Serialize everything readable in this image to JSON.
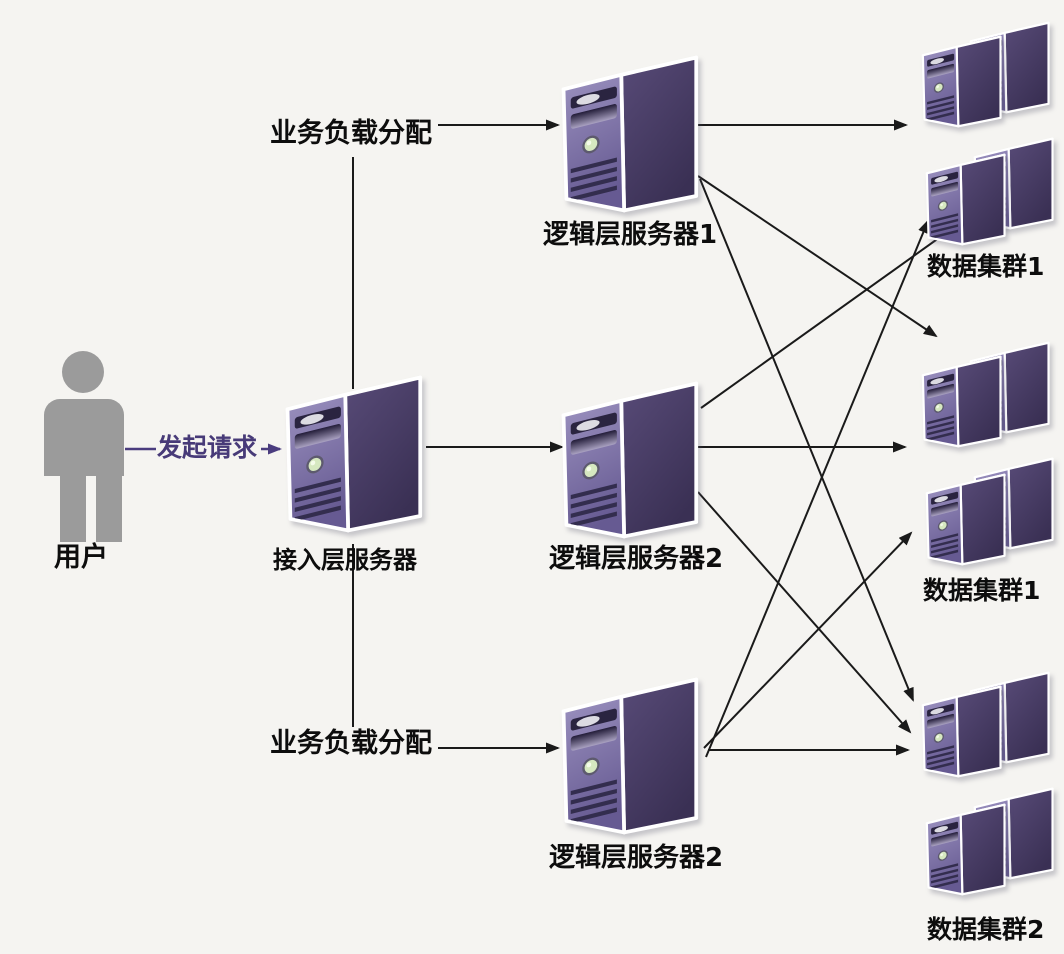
{
  "diagram": {
    "background_color": "#f5f4f1",
    "line_color": "#1a1a1a",
    "accent_color": "#4a3c7e",
    "server_colors": {
      "front": "#8478ad",
      "side": "#453a61",
      "top": "#cdc6de",
      "led": "#d6e8c0"
    },
    "user": {
      "label": "用户"
    },
    "request_arrow": {
      "label": "发起请求"
    },
    "access_server": {
      "label": "接入层服务器"
    },
    "load_balance_labels": {
      "top": "业务负载分配",
      "bottom": "业务负载分配"
    },
    "logic_servers": [
      {
        "label": "逻辑层服务器1"
      },
      {
        "label": "逻辑层服务器2"
      },
      {
        "label": "逻辑层服务器2"
      }
    ],
    "data_clusters": [
      {
        "label": "数据集群1",
        "server_count": 4
      },
      {
        "label": "数据集群1",
        "server_count": 4
      },
      {
        "label": "数据集群2",
        "server_count": 4
      }
    ],
    "connections": [
      {
        "from": "user",
        "to": "access-server",
        "label": "发起请求"
      },
      {
        "from": "access-server",
        "to": "logic-server-1",
        "label": "业务负载分配"
      },
      {
        "from": "access-server",
        "to": "logic-server-2",
        "label": ""
      },
      {
        "from": "access-server",
        "to": "logic-server-3",
        "label": "业务负载分配"
      },
      {
        "from": "logic-server-1",
        "to": "data-cluster-1",
        "label": ""
      },
      {
        "from": "logic-server-1",
        "to": "data-cluster-2",
        "label": ""
      },
      {
        "from": "logic-server-1",
        "to": "data-cluster-3",
        "label": ""
      },
      {
        "from": "logic-server-2",
        "to": "data-cluster-1",
        "label": ""
      },
      {
        "from": "logic-server-2",
        "to": "data-cluster-2",
        "label": ""
      },
      {
        "from": "logic-server-2",
        "to": "data-cluster-3",
        "label": ""
      },
      {
        "from": "logic-server-3",
        "to": "data-cluster-1",
        "label": ""
      },
      {
        "from": "logic-server-3",
        "to": "data-cluster-2",
        "label": ""
      },
      {
        "from": "logic-server-3",
        "to": "data-cluster-3",
        "label": ""
      }
    ]
  }
}
